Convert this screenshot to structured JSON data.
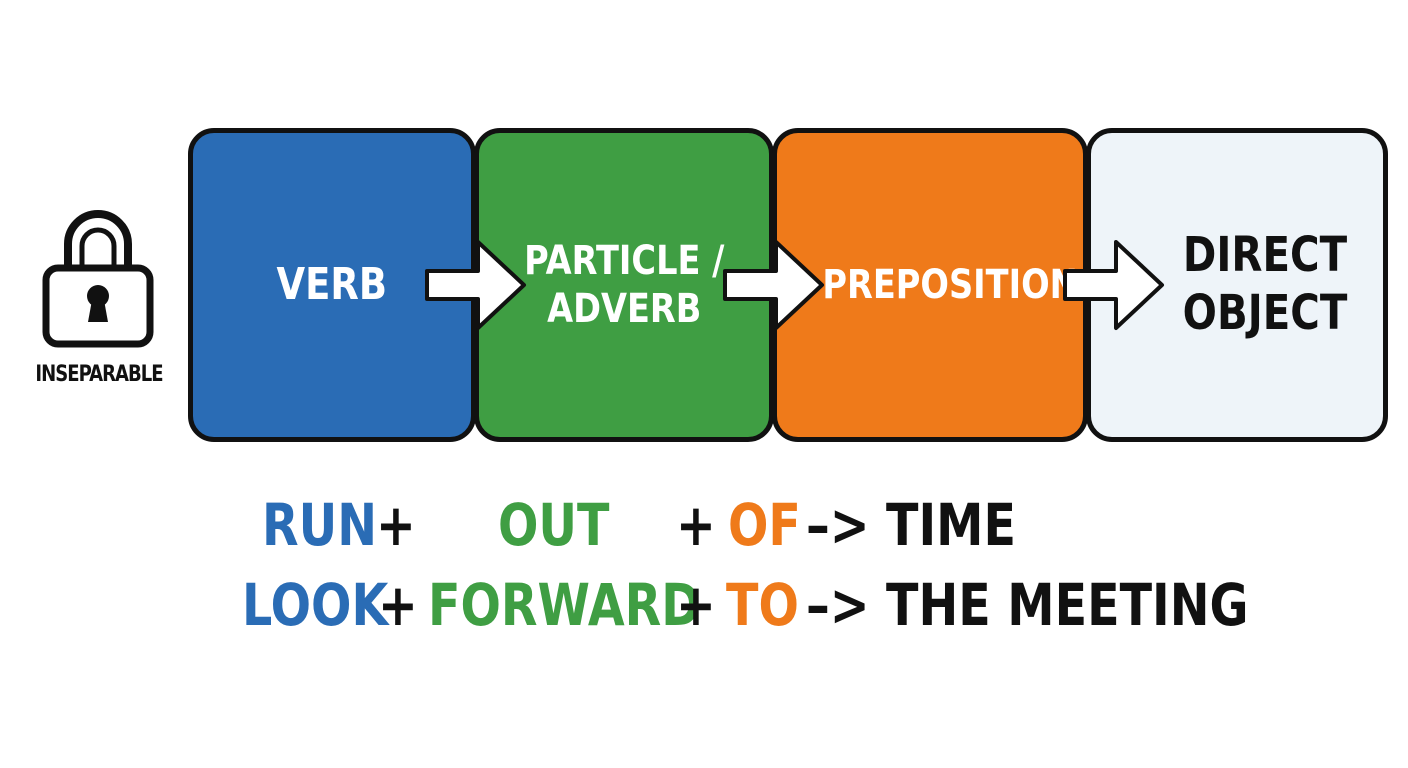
{
  "lock_label": "INSEPARABLE",
  "boxes": {
    "verb": "VERB",
    "particle": "PARTICLE /\nADVERB",
    "preposition": "PREPOSITION",
    "object": "DIRECT\nOBJECT"
  },
  "colors": {
    "verb": "#2a6cb5",
    "particle": "#3f9e43",
    "preposition": "#ef7a1a",
    "object": "#eef4f9",
    "outline": "#111111"
  },
  "examples": [
    {
      "verb": "RUN",
      "plus1": "+",
      "particle": "OUT",
      "plus2": "+",
      "preposition": "OF",
      "arrow": "–>",
      "object": "TIME"
    },
    {
      "verb": "LOOK",
      "plus1": "+",
      "particle": "FORWARD",
      "plus2": "+",
      "preposition": "TO",
      "arrow": "–>",
      "object": "THE MEETING"
    }
  ]
}
